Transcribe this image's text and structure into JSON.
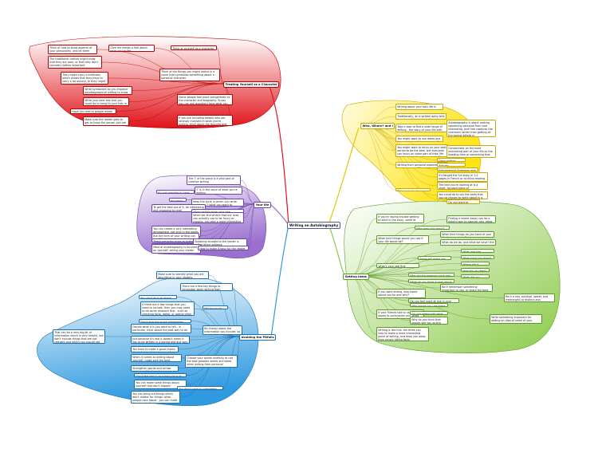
{
  "central": "Writing an Autobiography",
  "colors": {
    "character": "#e0131a",
    "who": "#ffe414",
    "getting": "#8ccb4a",
    "pitfalls": "#2f9ae0",
    "tips": "#9a6fcf"
  },
  "branches": {
    "character": {
      "label": "Treating Yourself as a Character",
      "nodes": [
        "Think of how to show aspects of your personality, and let them come across.",
        "Give the reader a feel about what you're like",
        "Think of yourself as a character",
        "The traditional clothes might show that they are poor, or that they don't consider clothes important",
        "Think of the things you might notice in a novel that symbolise something about a personal character",
        "They might carry a briefcase, which shows that they have to carry a lot around, or they might carry something that works as a tool or a symbol",
        "Write symbolism as you improve autobiographical writing to show what you're like?",
        "Write your best bits that you could do to bring to your kids in the spirit of what you want.",
        "Some people feel more sympathetic to the character and biography. To say you can ask questions here what you are?",
        "Have you met to people whom this story is taking place?",
        "Make sure the reader gets to get to know the person you are when the story happens, and the person you are now.",
        "If you are including people who are strongly involved in what you're writing, think about the thought and reactions of them."
      ]
    },
    "who": {
      "label": "Who, Where? and I",
      "nodes": [
        "Writing about your own life is called autobiography",
        "Traditionally, an a written aptly tells the story of the writer's life.",
        "Take a look to find a wide range of writing - the story of your life with dates in order to achieve.",
        "Autobiography is about making something personal from and interesting, and that captures the character rather than getting all the boring details in",
        "You might want to use dates and have a stroke of time in your life.",
        "You might want to focus on your best period to be the best, but everyone can focus on some part of their life that is interesting, funny or thrilling",
        "Concentrate on the most interesting part of your life as the heading time or something that readers want to read but to do with a tight time",
        "Writing from personal experience can be a very different kind of writing",
        "Diary writing",
        "Articles",
        "Informational Speeches and essays",
        "It's taught the full story in 1-2 pages in French or at mind-reading through essays, to be reassuring in some parts",
        "The text you're looking at is a short, focused piece of autobiographical writing",
        "You could do to say the parts that you've chosen to write about in a non-chronological way",
        "This is also to the literary which you're working",
        "Do you want to interest people with funny moments from your life?"
      ]
    },
    "getting": {
      "label": "Getting Ideas",
      "nodes": [
        "If you're having trouble getting to start in the story, some of these might help you",
        "Finding a recent essay can be a helpful way to capture your ideas.",
        "Who does this apply?",
        "What time things do you have of your life that would be?",
        "What do we do, and what we have? the questions to you?",
        "What time things would you use if your life would be?",
        "What was the moment?",
        "What have you done?",
        "Some will make you want to think of something",
        "What's your real first memory?",
        "Where did it happen?",
        "How did you feel?",
        "What did you learn?",
        "Why did the memory stick with you?",
        "What do you think it says about you?",
        "Be it remember something important to you, or share the best part of it to people?",
        "Be it a sad, spiritual, sweet, and meaningful or distinct and memorable?",
        "If you were strong, who home would you be and why?",
        "Do you feel most at risk in your personal life?",
        "If your friends had to use two words to summarise you, what would they be?",
        "Why would you use these two words?",
        "Do you agree with what they say?",
        "Why do you think that people see you as this way?",
        "Writing is like this: the three can help to make a more interesting piece of writing, and keep you away from simply listing facts",
        "Write something important for adding an idea of some of your personal experiences"
      ]
    },
    "pitfalls": {
      "label": "Avoiding the Pitfalls",
      "nodes": [
        "Make sure to identify what you are describing in your readers.",
        "There are a few key things to remember when writing from personal experience",
        "You can't do it all alone",
        "If there are a few things that you need to include, then you may need to do some research first - such as checking facts, dates, or asking other people for more information",
        "Not too much",
        "Don't give too much information",
        "Be choosy about the information you include, so you don't overload your reader",
        "That can be a very big bit of information which is very helpful, but don't include things that are not relevant and which you should not be used in your piece",
        "Decide what it is you want to tell - in particular, think about the best way to do it",
        "Just because it's real it doesn't mean it has to be written in a boring and dull way.",
        "You have to make a good choice about to use this as a way of writing.",
        "When it comes to writing about yourself, make sure the best language is the one you use to describe",
        "Choose your words carefully to use the best possible words and ideas when writing from personal experience",
        "Strengthen words and similar imagery of feelings here",
        "Don't feel bad if your best piece of writing is not true.",
        "You can make some things about yourself that don't happen",
        "You can bring out things which don't matter for things; what people care about - you can make the piece better to make some things up as long as they make the whole piece more interesting",
        "You don't have to completely make it up"
      ]
    },
    "tips": {
      "label": "Your life",
      "nodes": [
        "The 'I' of the piece is a vital part of creative writing",
        "'I' is in the voice of what you're writing",
        "It's not possible to have the writing",
        "It's yours",
        "Keep the style in which you write and have 'I' what you want to",
        "To get the best out of it, be interesting and engaging to read",
        "When writing from your own experience, be creative with your own ideas",
        "When we find what's that our lives can actually use to be funny or moving, you give a more interesting piece of writing",
        "You can create a very interesting atmosphere, not only in the words but in your choice of what to include",
        "There are many ways to make this work so that you know that it is working",
        "You can use the senses like taste and touch to make the descriptions more vivid",
        "But the form of your writing can be different - a story in the past or the present",
        "Speaking straight to the reader is called direct address",
        "Most of autobiography is focused on yourself, telling your reader about you as a person",
        "How to make it easy for the reader"
      ]
    }
  }
}
